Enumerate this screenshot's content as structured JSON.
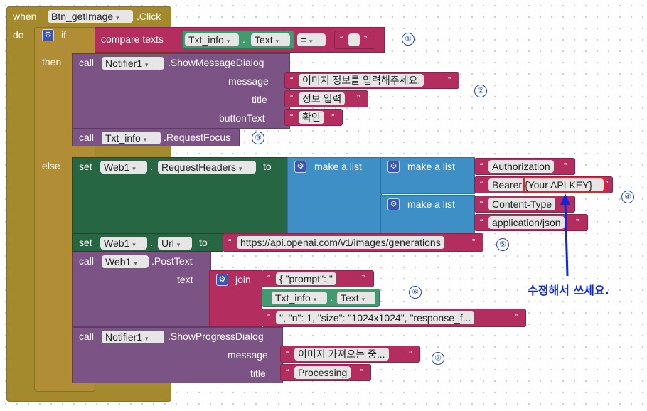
{
  "event": {
    "when": "when",
    "component": "Btn_getImage",
    "event": ".Click",
    "do": "do"
  },
  "if_block": {
    "if": "if",
    "then": "then",
    "else": "else"
  },
  "compare": {
    "label": "compare texts",
    "component": "Txt_info",
    "property": "Text",
    "operator": "=",
    "empty_value": " "
  },
  "notifier1": {
    "call": "call",
    "component": "Notifier1",
    "method": ".ShowMessageDialog",
    "message_label": "message",
    "message": "이미지 정보를 입력해주세요.",
    "title_label": "title",
    "title": "정보 입력",
    "button_label": "buttonText",
    "button": "확인"
  },
  "focus": {
    "call": "call",
    "component": "Txt_info",
    "method": ".RequestFocus"
  },
  "headers": {
    "set": "set",
    "component": "Web1",
    "property": "RequestHeaders",
    "to": "to",
    "make_list": "make a list",
    "auth_key": "Authorization",
    "bearer_prefix": "Bearer ",
    "bearer_key": "{Your API KEY}",
    "ct_key": "Content-Type",
    "ct_value": "application/json"
  },
  "url": {
    "set": "set",
    "component": "Web1",
    "property": "Url",
    "to": "to",
    "value": "https://api.openai.com/v1/images/generations"
  },
  "post": {
    "call": "call",
    "component": "Web1",
    "method": ".PostText",
    "text_label": "text",
    "join": "join",
    "part1": "{    \"prompt\": \"",
    "component2": "Txt_info",
    "property2": "Text",
    "part3": "\",   \"n\": 1,    \"size\": \"1024x1024\",   \"response_f..."
  },
  "progress": {
    "call": "call",
    "component": "Notifier1",
    "method": ".ShowProgressDialog",
    "message_label": "message",
    "message": "이미지 가져오는 중...",
    "title_label": "title",
    "title": "Processing"
  },
  "annotation": {
    "edit_note": "수정해서 쓰세요."
  },
  "markers": [
    "①",
    "②",
    "③",
    "④",
    "⑤",
    "⑥",
    "⑦"
  ],
  "quote": "“",
  "quote_close": "”",
  "dropdown_glyph": "▾",
  "gear_glyph": "⚙",
  "colors": {
    "event": "#a4892d",
    "text": "#b32d5e",
    "procedure": "#7c5385",
    "component": "#439970",
    "setter": "#266643",
    "list": "#3e8fc5",
    "marker": "#1c3fd6",
    "highlight": "#ff1a1a"
  }
}
